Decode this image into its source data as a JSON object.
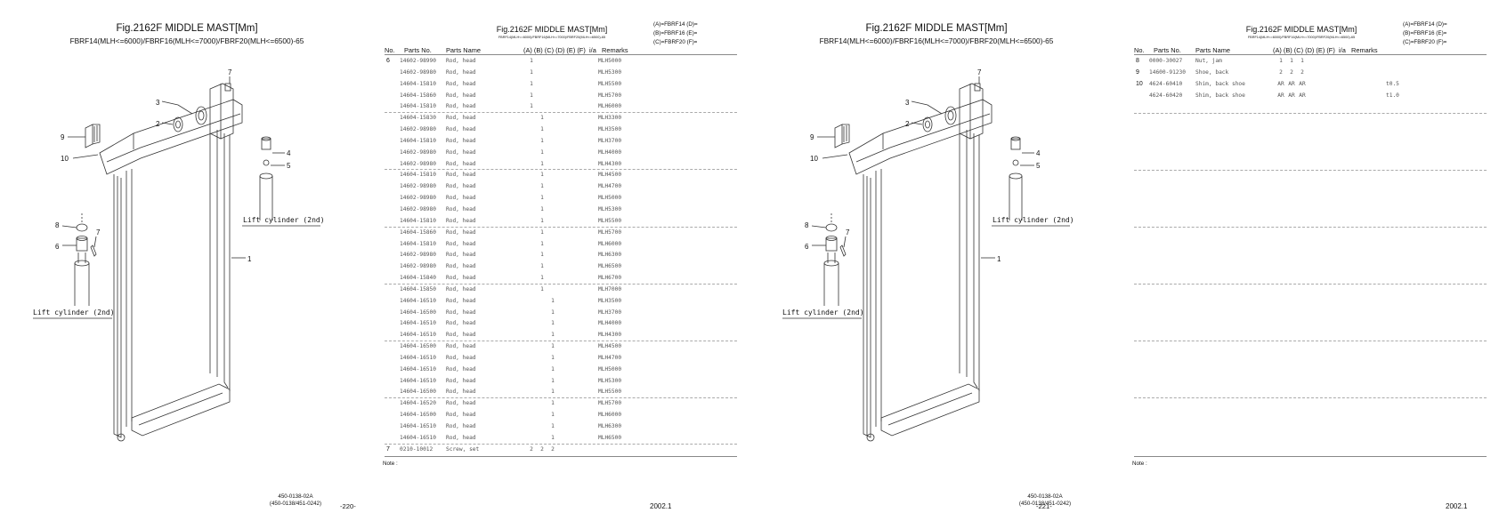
{
  "figure": {
    "title": "Fig.2162F  MIDDLE MAST[Mm]",
    "subtitle": "FBRF14(MLH<=6000)/FBRF16(MLH<=7000)/FBRF20(MLH<=6500)-65",
    "callouts": [
      "1",
      "2",
      "3",
      "4",
      "5",
      "6",
      "7",
      "7",
      "8",
      "9",
      "10"
    ],
    "cylinder_label_1": "Lift cylinder (2nd)",
    "cylinder_label_2": "Lift cylinder (2nd)",
    "doc_code_line1": "450-0138-02A",
    "doc_code_line2": "(450-0138/451-0242)"
  },
  "parts_header": {
    "title": "Fig.2162F  MIDDLE MAST[Mm]",
    "subtitle": "FBRF14(MLH<=6000)/FBRF16(MLH<=7000)/FBRF20(MLH<=6500)-65",
    "legend_a": "(A)=FBRF14",
    "legend_b": "(B)=FBRF16",
    "legend_c": "(C)=FBRF20",
    "legend_d": "(D)=",
    "legend_e": "(E)=",
    "legend_f": "(F)=",
    "col_no": "No.",
    "col_parts_no": "Parts No.",
    "col_parts_name": "Parts Name",
    "col_models": "(A) (B) (C) (D) (E) (F)",
    "col_ia": "i/a",
    "col_remarks": "Remarks",
    "note_label": "Note :"
  },
  "page_left": {
    "page_number": "-220-",
    "date": "2002.1",
    "rows": [
      {
        "no": "6",
        "part": "14602-98990",
        "name": "Rod, head",
        "a": "1",
        "b": "",
        "c": "",
        "rem": "MLH5000",
        "sep": false
      },
      {
        "no": "",
        "part": "14602-98980",
        "name": "Rod, head",
        "a": "1",
        "b": "",
        "c": "",
        "rem": "MLH5300",
        "sep": false
      },
      {
        "no": "",
        "part": "14604-15810",
        "name": "Rod, head",
        "a": "1",
        "b": "",
        "c": "",
        "rem": "MLH5500",
        "sep": false
      },
      {
        "no": "",
        "part": "14604-15860",
        "name": "Rod, head",
        "a": "1",
        "b": "",
        "c": "",
        "rem": "MLH5700",
        "sep": false
      },
      {
        "no": "",
        "part": "14604-15810",
        "name": "Rod, head",
        "a": "1",
        "b": "",
        "c": "",
        "rem": "MLH6000",
        "sep": true
      },
      {
        "no": "",
        "part": "14604-15830",
        "name": "Rod, head",
        "a": "",
        "b": "1",
        "c": "",
        "rem": "MLH3300",
        "sep": false
      },
      {
        "no": "",
        "part": "14602-98980",
        "name": "Rod, head",
        "a": "",
        "b": "1",
        "c": "",
        "rem": "MLH3500",
        "sep": false
      },
      {
        "no": "",
        "part": "14604-15810",
        "name": "Rod, head",
        "a": "",
        "b": "1",
        "c": "",
        "rem": "MLH3700",
        "sep": false
      },
      {
        "no": "",
        "part": "14602-98980",
        "name": "Rod, head",
        "a": "",
        "b": "1",
        "c": "",
        "rem": "MLH4000",
        "sep": false
      },
      {
        "no": "",
        "part": "14602-98980",
        "name": "Rod, head",
        "a": "",
        "b": "1",
        "c": "",
        "rem": "MLH4300",
        "sep": true
      },
      {
        "no": "",
        "part": "14604-15810",
        "name": "Rod, head",
        "a": "",
        "b": "1",
        "c": "",
        "rem": "MLH4500",
        "sep": false
      },
      {
        "no": "",
        "part": "14602-98980",
        "name": "Rod, head",
        "a": "",
        "b": "1",
        "c": "",
        "rem": "MLH4700",
        "sep": false
      },
      {
        "no": "",
        "part": "14602-98980",
        "name": "Rod, head",
        "a": "",
        "b": "1",
        "c": "",
        "rem": "MLH5000",
        "sep": false
      },
      {
        "no": "",
        "part": "14602-98980",
        "name": "Rod, head",
        "a": "",
        "b": "1",
        "c": "",
        "rem": "MLH5300",
        "sep": false
      },
      {
        "no": "",
        "part": "14604-15810",
        "name": "Rod, head",
        "a": "",
        "b": "1",
        "c": "",
        "rem": "MLH5500",
        "sep": true
      },
      {
        "no": "",
        "part": "14604-15860",
        "name": "Rod, head",
        "a": "",
        "b": "1",
        "c": "",
        "rem": "MLH5700",
        "sep": false
      },
      {
        "no": "",
        "part": "14604-15810",
        "name": "Rod, head",
        "a": "",
        "b": "1",
        "c": "",
        "rem": "MLH6000",
        "sep": false
      },
      {
        "no": "",
        "part": "14602-98980",
        "name": "Rod, head",
        "a": "",
        "b": "1",
        "c": "",
        "rem": "MLH6300",
        "sep": false
      },
      {
        "no": "",
        "part": "14602-98980",
        "name": "Rod, head",
        "a": "",
        "b": "1",
        "c": "",
        "rem": "MLH6500",
        "sep": false
      },
      {
        "no": "",
        "part": "14604-15840",
        "name": "Rod, head",
        "a": "",
        "b": "1",
        "c": "",
        "rem": "MLH6700",
        "sep": true
      },
      {
        "no": "",
        "part": "14604-15850",
        "name": "Rod, head",
        "a": "",
        "b": "1",
        "c": "",
        "rem": "MLH7000",
        "sep": false
      },
      {
        "no": "",
        "part": "14604-16510",
        "name": "Rod, head",
        "a": "",
        "b": "",
        "c": "1",
        "rem": "MLH3500",
        "sep": false
      },
      {
        "no": "",
        "part": "14604-16500",
        "name": "Rod, head",
        "a": "",
        "b": "",
        "c": "1",
        "rem": "MLH3700",
        "sep": false
      },
      {
        "no": "",
        "part": "14604-16510",
        "name": "Rod, head",
        "a": "",
        "b": "",
        "c": "1",
        "rem": "MLH4000",
        "sep": false
      },
      {
        "no": "",
        "part": "14604-16510",
        "name": "Rod, head",
        "a": "",
        "b": "",
        "c": "1",
        "rem": "MLH4300",
        "sep": true
      },
      {
        "no": "",
        "part": "14604-16500",
        "name": "Rod, head",
        "a": "",
        "b": "",
        "c": "1",
        "rem": "MLH4500",
        "sep": false
      },
      {
        "no": "",
        "part": "14604-16510",
        "name": "Rod, head",
        "a": "",
        "b": "",
        "c": "1",
        "rem": "MLH4700",
        "sep": false
      },
      {
        "no": "",
        "part": "14604-16510",
        "name": "Rod, head",
        "a": "",
        "b": "",
        "c": "1",
        "rem": "MLH5000",
        "sep": false
      },
      {
        "no": "",
        "part": "14604-16510",
        "name": "Rod, head",
        "a": "",
        "b": "",
        "c": "1",
        "rem": "MLH5300",
        "sep": false
      },
      {
        "no": "",
        "part": "14604-16500",
        "name": "Rod, head",
        "a": "",
        "b": "",
        "c": "1",
        "rem": "MLH5500",
        "sep": true
      },
      {
        "no": "",
        "part": "14604-16520",
        "name": "Rod, head",
        "a": "",
        "b": "",
        "c": "1",
        "rem": "MLH5700",
        "sep": false
      },
      {
        "no": "",
        "part": "14604-16500",
        "name": "Rod, head",
        "a": "",
        "b": "",
        "c": "1",
        "rem": "MLH6000",
        "sep": false
      },
      {
        "no": "",
        "part": "14604-16510",
        "name": "Rod, head",
        "a": "",
        "b": "",
        "c": "1",
        "rem": "MLH6300",
        "sep": false
      },
      {
        "no": "",
        "part": "14604-16510",
        "name": "Rod, head",
        "a": "",
        "b": "",
        "c": "1",
        "rem": "MLH6500",
        "sep": true
      },
      {
        "no": "7",
        "part": "0210-10012",
        "name": "Screw, set",
        "a": "2",
        "b": "2",
        "c": "2",
        "rem": "",
        "sep": false
      }
    ]
  },
  "page_right": {
    "page_number": "-221-",
    "date": "2002.1",
    "rows": [
      {
        "no": "8",
        "part": "0000-30027",
        "name": "Nut, jam",
        "a": "1",
        "b": "1",
        "c": "1",
        "rem": "",
        "rem2": ""
      },
      {
        "no": "9",
        "part": "14600-91230",
        "name": "Shoe, back",
        "a": "2",
        "b": "2",
        "c": "2",
        "rem": "",
        "rem2": ""
      },
      {
        "no": "10",
        "part": "4624-60410",
        "name": "Shim, back shoe",
        "a": "AR",
        "b": "AR",
        "c": "AR",
        "rem": "",
        "rem2": "t0.5"
      },
      {
        "no": "",
        "part": "4624-60420",
        "name": "Shim, back shoe",
        "a": "AR",
        "b": "AR",
        "c": "AR",
        "rem": "",
        "rem2": "t1.0"
      }
    ]
  }
}
